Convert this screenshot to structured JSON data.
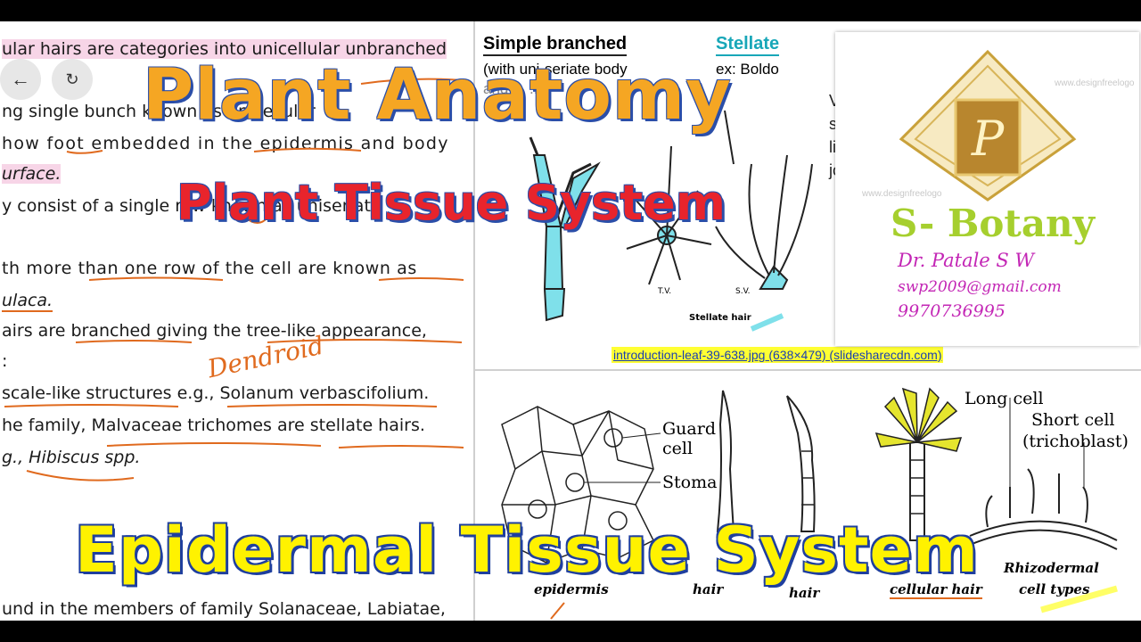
{
  "notes": {
    "lines": [
      "ular hairs are categories into unicellular unbranched",
      "ng single bunch known as unicellular",
      "how foot embedded in the epidermis and body",
      "urface.",
      "y consist of a single row known as uniseriate",
      "th more than one row of the cell are known as",
      "ulaca.",
      "airs are branched giving the tree-like appearance,",
      ":",
      "scale-like structures e.g., Solanum verbascifolium.",
      "he family, Malvaceae trichomes are stellate hairs.",
      "g., Hibiscus spp.",
      "und in the members of family Solanaceae, Labiatae,"
    ],
    "annotation": "Dendroid"
  },
  "nav": {
    "back_icon": "back-arrow-icon",
    "refresh_icon": "refresh-icon"
  },
  "figure_top": {
    "heading": "Simple branched",
    "subheading": "(with uni-seriate body",
    "subheading2": "and ... ...",
    "stellate": "Stellate",
    "example": "ex: Boldo",
    "tv": "T.V.",
    "sv": "S.V.",
    "caption": "Stellate hair",
    "link": "introduction-leaf-39-638.jpg (638×479) (slidesharecdn.com)"
  },
  "logo": {
    "brand": "S- Botany",
    "author": "Dr. Patale S W",
    "email": "swp2009@gmail.com",
    "phone": "9970736995",
    "monogram": "P",
    "watermark": "www.designfreelogo"
  },
  "figure_bottom": {
    "guard_cell": "Guard cell",
    "stoma": "Stoma",
    "long_cell": "Long cell",
    "short_cell": "Short cell",
    "trichoblast": "(trichoblast)",
    "epidermis": "epidermis",
    "unicellular": "hair",
    "multicellular": "hair",
    "branched": "cellular hair",
    "rhizodermal": "Rhizodermal",
    "cell_types": "cell types"
  },
  "titles": {
    "main": "Plant Anatomy",
    "sub": "Plant Tissue System",
    "bottom": "Epidermal Tissue System"
  }
}
